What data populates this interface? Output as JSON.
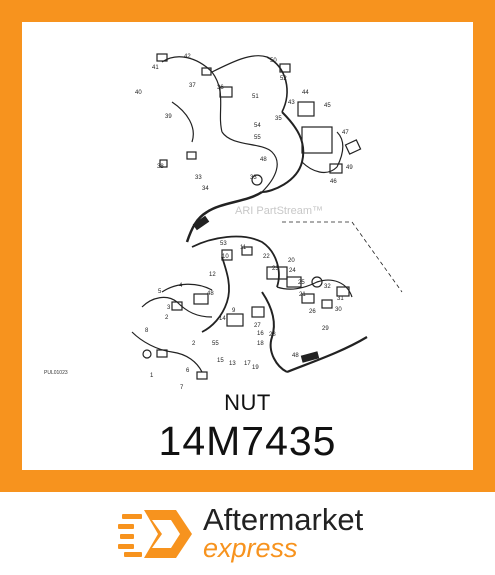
{
  "diagram": {
    "callouts": [
      "1",
      "2",
      "3",
      "4",
      "5",
      "6",
      "7",
      "8",
      "9",
      "10",
      "11",
      "12",
      "13",
      "14",
      "15",
      "16",
      "17",
      "18",
      "19",
      "20",
      "21",
      "22",
      "23",
      "24",
      "25",
      "26",
      "27",
      "28",
      "29",
      "30",
      "31",
      "32",
      "33",
      "34",
      "35",
      "36",
      "37",
      "38",
      "39",
      "40",
      "41",
      "42",
      "43",
      "44",
      "45",
      "46",
      "47",
      "48",
      "49",
      "50",
      "51",
      "52",
      "53",
      "55"
    ],
    "reference_id": "PUL01023",
    "watermark": "ARI PartStream™"
  },
  "product": {
    "name": "NUT",
    "part_number": "14M7435"
  },
  "branding": {
    "name_line1": "Aftermarket",
    "name_line2": "express",
    "accent_color": "#f7931e",
    "logo_icon": "hexagon-speed-lines-icon"
  }
}
